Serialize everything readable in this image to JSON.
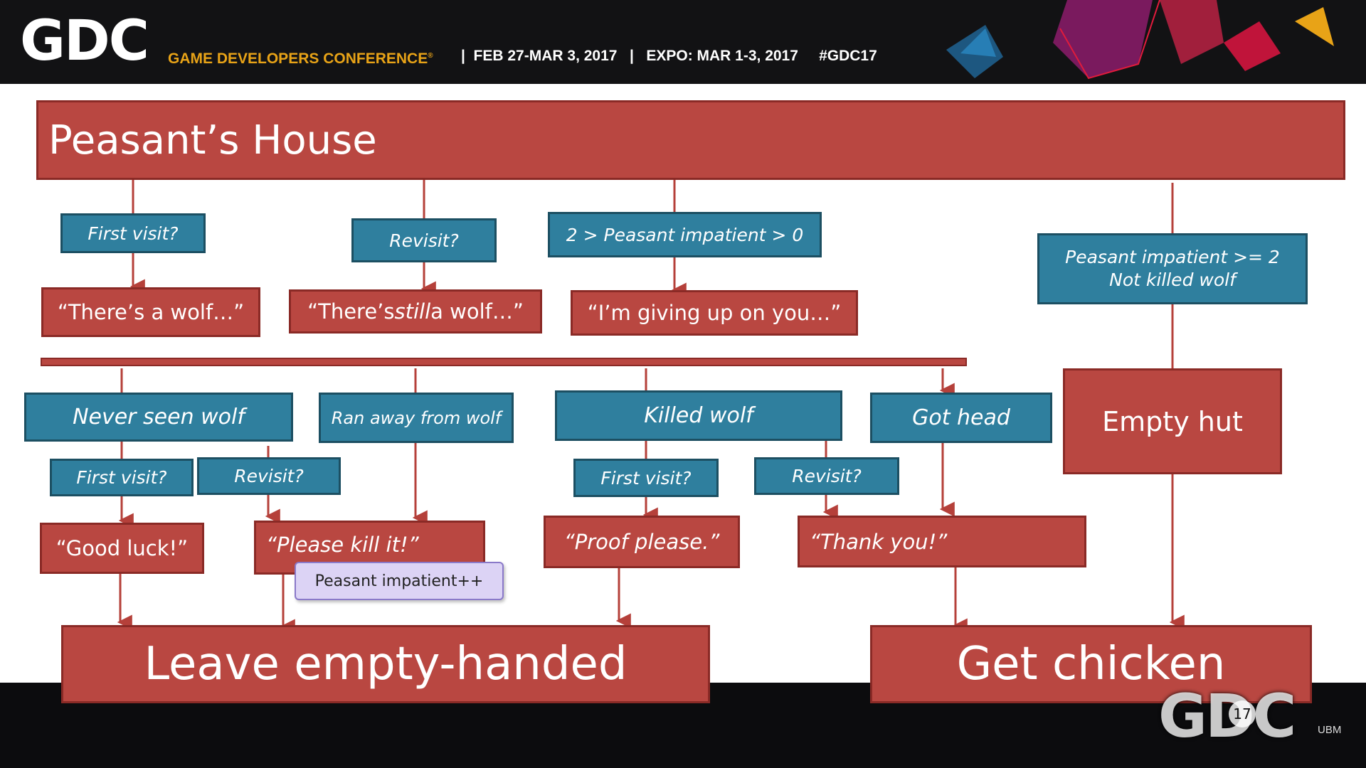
{
  "header": {
    "logo": "GDC",
    "conference": "GAME DEVELOPERS CONFERENCE",
    "registered": "®",
    "info": "|  FEB 27-MAR 3, 2017   |   EXPO: MAR 1-3, 2017     #GDC17"
  },
  "diagram": {
    "title": "Peasant’s House",
    "conditions": {
      "first_visit": "First visit?",
      "revisit": "Revisit?",
      "impatient_mid": "2 > Peasant impatient > 0",
      "impatient_high": "Peasant impatient >= 2\nNot killed wolf"
    },
    "dialogs": {
      "wolf": "“There’s a wolf…”",
      "still_wolf_a": "“There’s ",
      "still_wolf_b": "still",
      "still_wolf_c": " a wolf…”",
      "giving_up": "“I’m giving up on you…”"
    },
    "states": {
      "never_seen": "Never seen wolf",
      "ran_away": "Ran away from wolf",
      "killed": "Killed wolf",
      "got_head": "Got head",
      "empty_hut": "Empty hut"
    },
    "sub_conditions": {
      "first_visit_a": "First visit?",
      "revisit_a": "Revisit?",
      "first_visit_b": "First visit?",
      "revisit_b": "Revisit?"
    },
    "responses": {
      "good_luck": "“Good luck!”",
      "please_kill": "“Please kill it!”",
      "proof": "“Proof please.”",
      "thank_you": "“Thank you!”"
    },
    "callout": "Peasant impatient++",
    "outcomes": {
      "leave": "Leave empty-handed",
      "chicken": "Get chicken"
    }
  },
  "footer": {
    "watermark": "GDC",
    "slide_number": "17",
    "brand": "UBM"
  }
}
